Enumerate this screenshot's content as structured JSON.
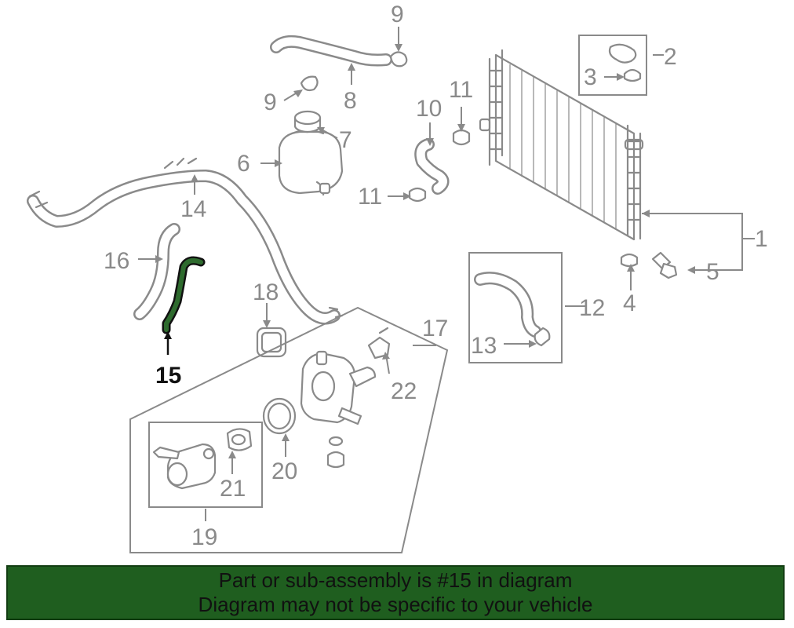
{
  "callouts": {
    "c1": "1",
    "c2": "2",
    "c3": "3",
    "c4": "4",
    "c5": "5",
    "c6": "6",
    "c7": "7",
    "c8": "8",
    "c9a": "9",
    "c9b": "9",
    "c10": "10",
    "c11a": "11",
    "c11b": "11",
    "c12": "12",
    "c13": "13",
    "c14": "14",
    "c15": "15",
    "c16": "16",
    "c17": "17",
    "c18": "18",
    "c19": "19",
    "c20": "20",
    "c21": "21",
    "c22": "22"
  },
  "highlight_part": "15",
  "colors": {
    "line_art": "#8a8a8a",
    "highlight": "#111111",
    "highlight_fill": "#2e6b2e",
    "banner_bg": "#1f5e1f"
  },
  "banner": {
    "line1": "Part or sub-assembly is #15 in diagram",
    "line2": "Diagram may not be specific to your vehicle"
  }
}
